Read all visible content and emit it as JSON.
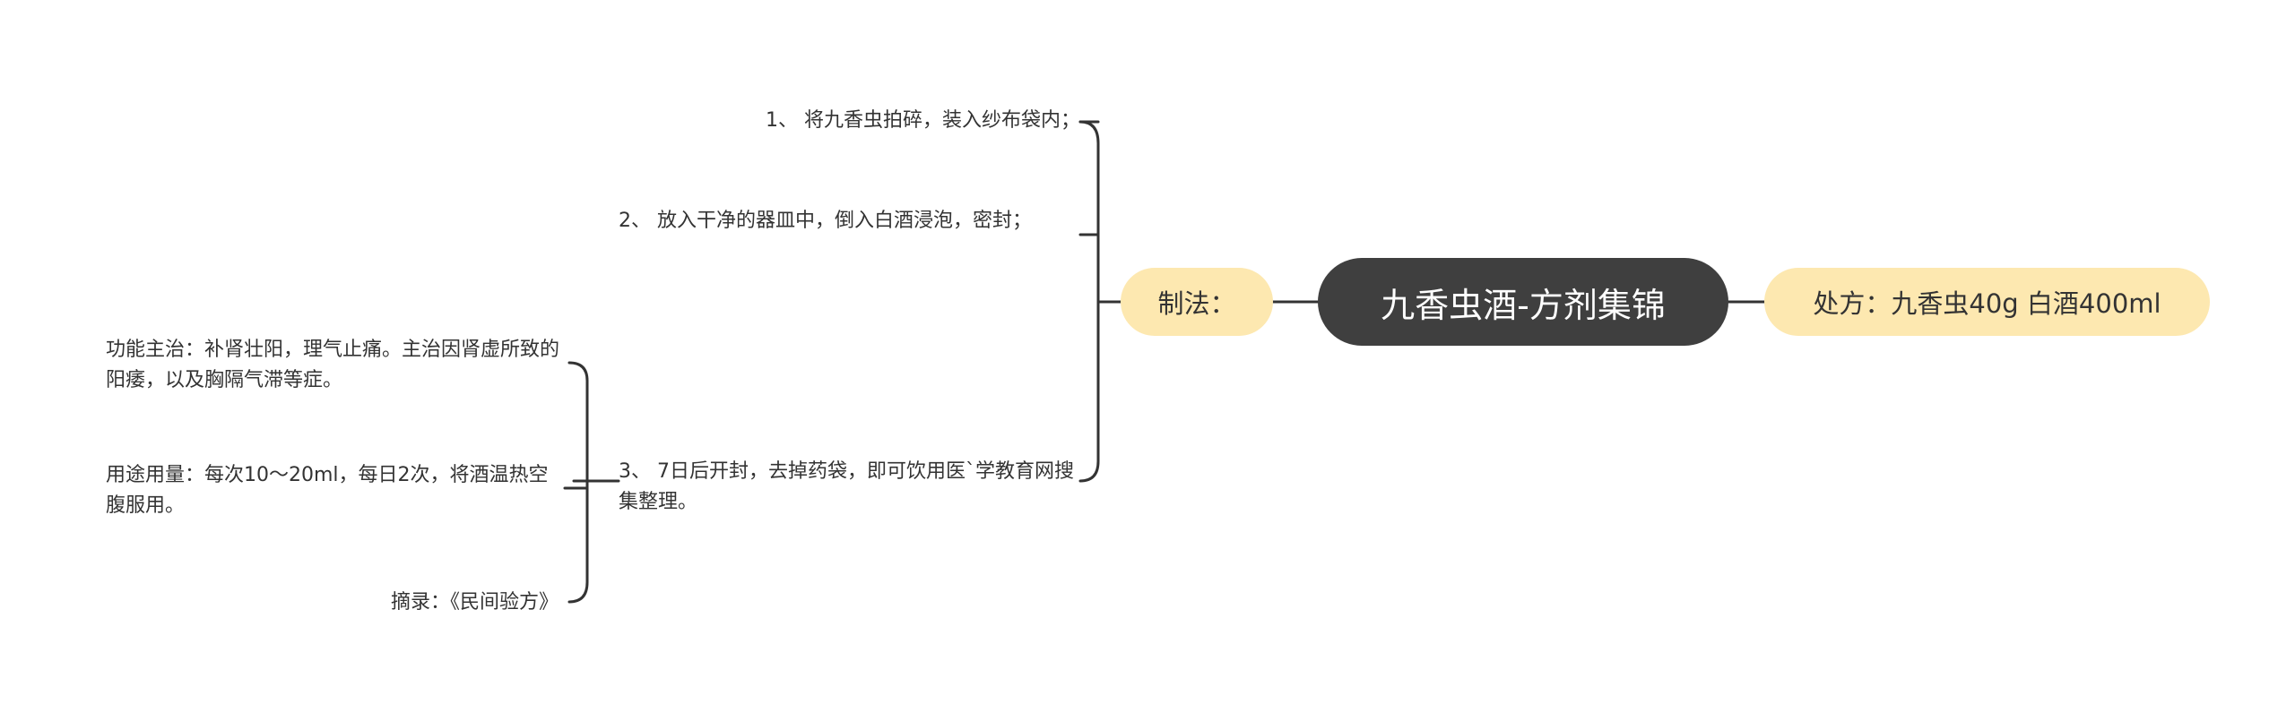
{
  "root": {
    "label": "九香虫酒-方剂集锦",
    "color": "#3f3f3f"
  },
  "recipe": {
    "label": "处方：九香虫40g 白酒400ml",
    "color": "#fde8b0"
  },
  "method": {
    "label": "制法：",
    "color": "#fde8b0"
  },
  "steps": [
    {
      "text": "1、 将九香虫拍碎，装入纱布袋内；"
    },
    {
      "text": "2、 放入干净的器皿中，倒入白酒浸泡，密封；"
    },
    {
      "text": "3、 7日后开封，去掉药袋，即可饮用医`学教育网搜集整理。"
    }
  ],
  "details": [
    {
      "text": "功能主治：补肾壮阳，理气止痛。主治因肾虚所致的阳痿，以及胸隔气滞等症。"
    },
    {
      "text": "用途用量：每次10～20ml，每日2次，将酒温热空腹服用。"
    },
    {
      "text": "摘录：《民间验方》"
    }
  ],
  "line_color": "#333333"
}
